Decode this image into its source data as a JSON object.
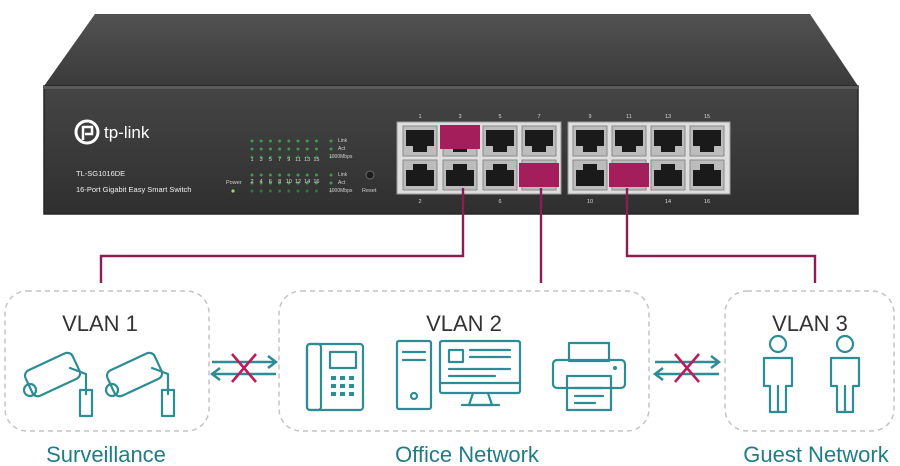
{
  "switch": {
    "brand": "tp-link",
    "model": "TL-SG1016DE",
    "description": "16-Port Gigabit Easy Smart Switch",
    "power_label": "Power",
    "reset_label": "Reset",
    "led_top_numbers": [
      "1",
      "3",
      "5",
      "7",
      "9",
      "11",
      "13",
      "15"
    ],
    "led_bottom_numbers": [
      "2",
      "4",
      "6",
      "8",
      "10",
      "12",
      "14",
      "16"
    ],
    "led_legend": [
      "Link",
      "Act",
      "1000Mbps"
    ],
    "port_top_numbers": [
      "1",
      "3",
      "5",
      "7",
      "9",
      "11",
      "13",
      "15"
    ],
    "port_bottom_numbers": [
      "2",
      "",
      "6",
      "",
      "10",
      "",
      "14",
      "16"
    ],
    "highlighted_ports": [
      "3",
      "8",
      "12"
    ],
    "highlight_color": "#a51e5c",
    "chassis_color": "#3c3c3c"
  },
  "vlans": [
    {
      "name": "VLAN 1",
      "label": "Surveillance",
      "icons": [
        "security-camera-icon",
        "security-camera-icon"
      ]
    },
    {
      "name": "VLAN 2",
      "label": "Office Network",
      "icons": [
        "ip-phone-icon",
        "desktop-computer-icon",
        "printer-icon"
      ]
    },
    {
      "name": "VLAN 3",
      "label": "Guest Network",
      "icons": [
        "person-icon",
        "person-icon"
      ]
    }
  ],
  "colors": {
    "accent": "#2c8d94",
    "connector": "#8c1d52",
    "blocked": "#c2185b",
    "label_teal": "#1f7d86",
    "box_border": "#bdbdbd"
  }
}
